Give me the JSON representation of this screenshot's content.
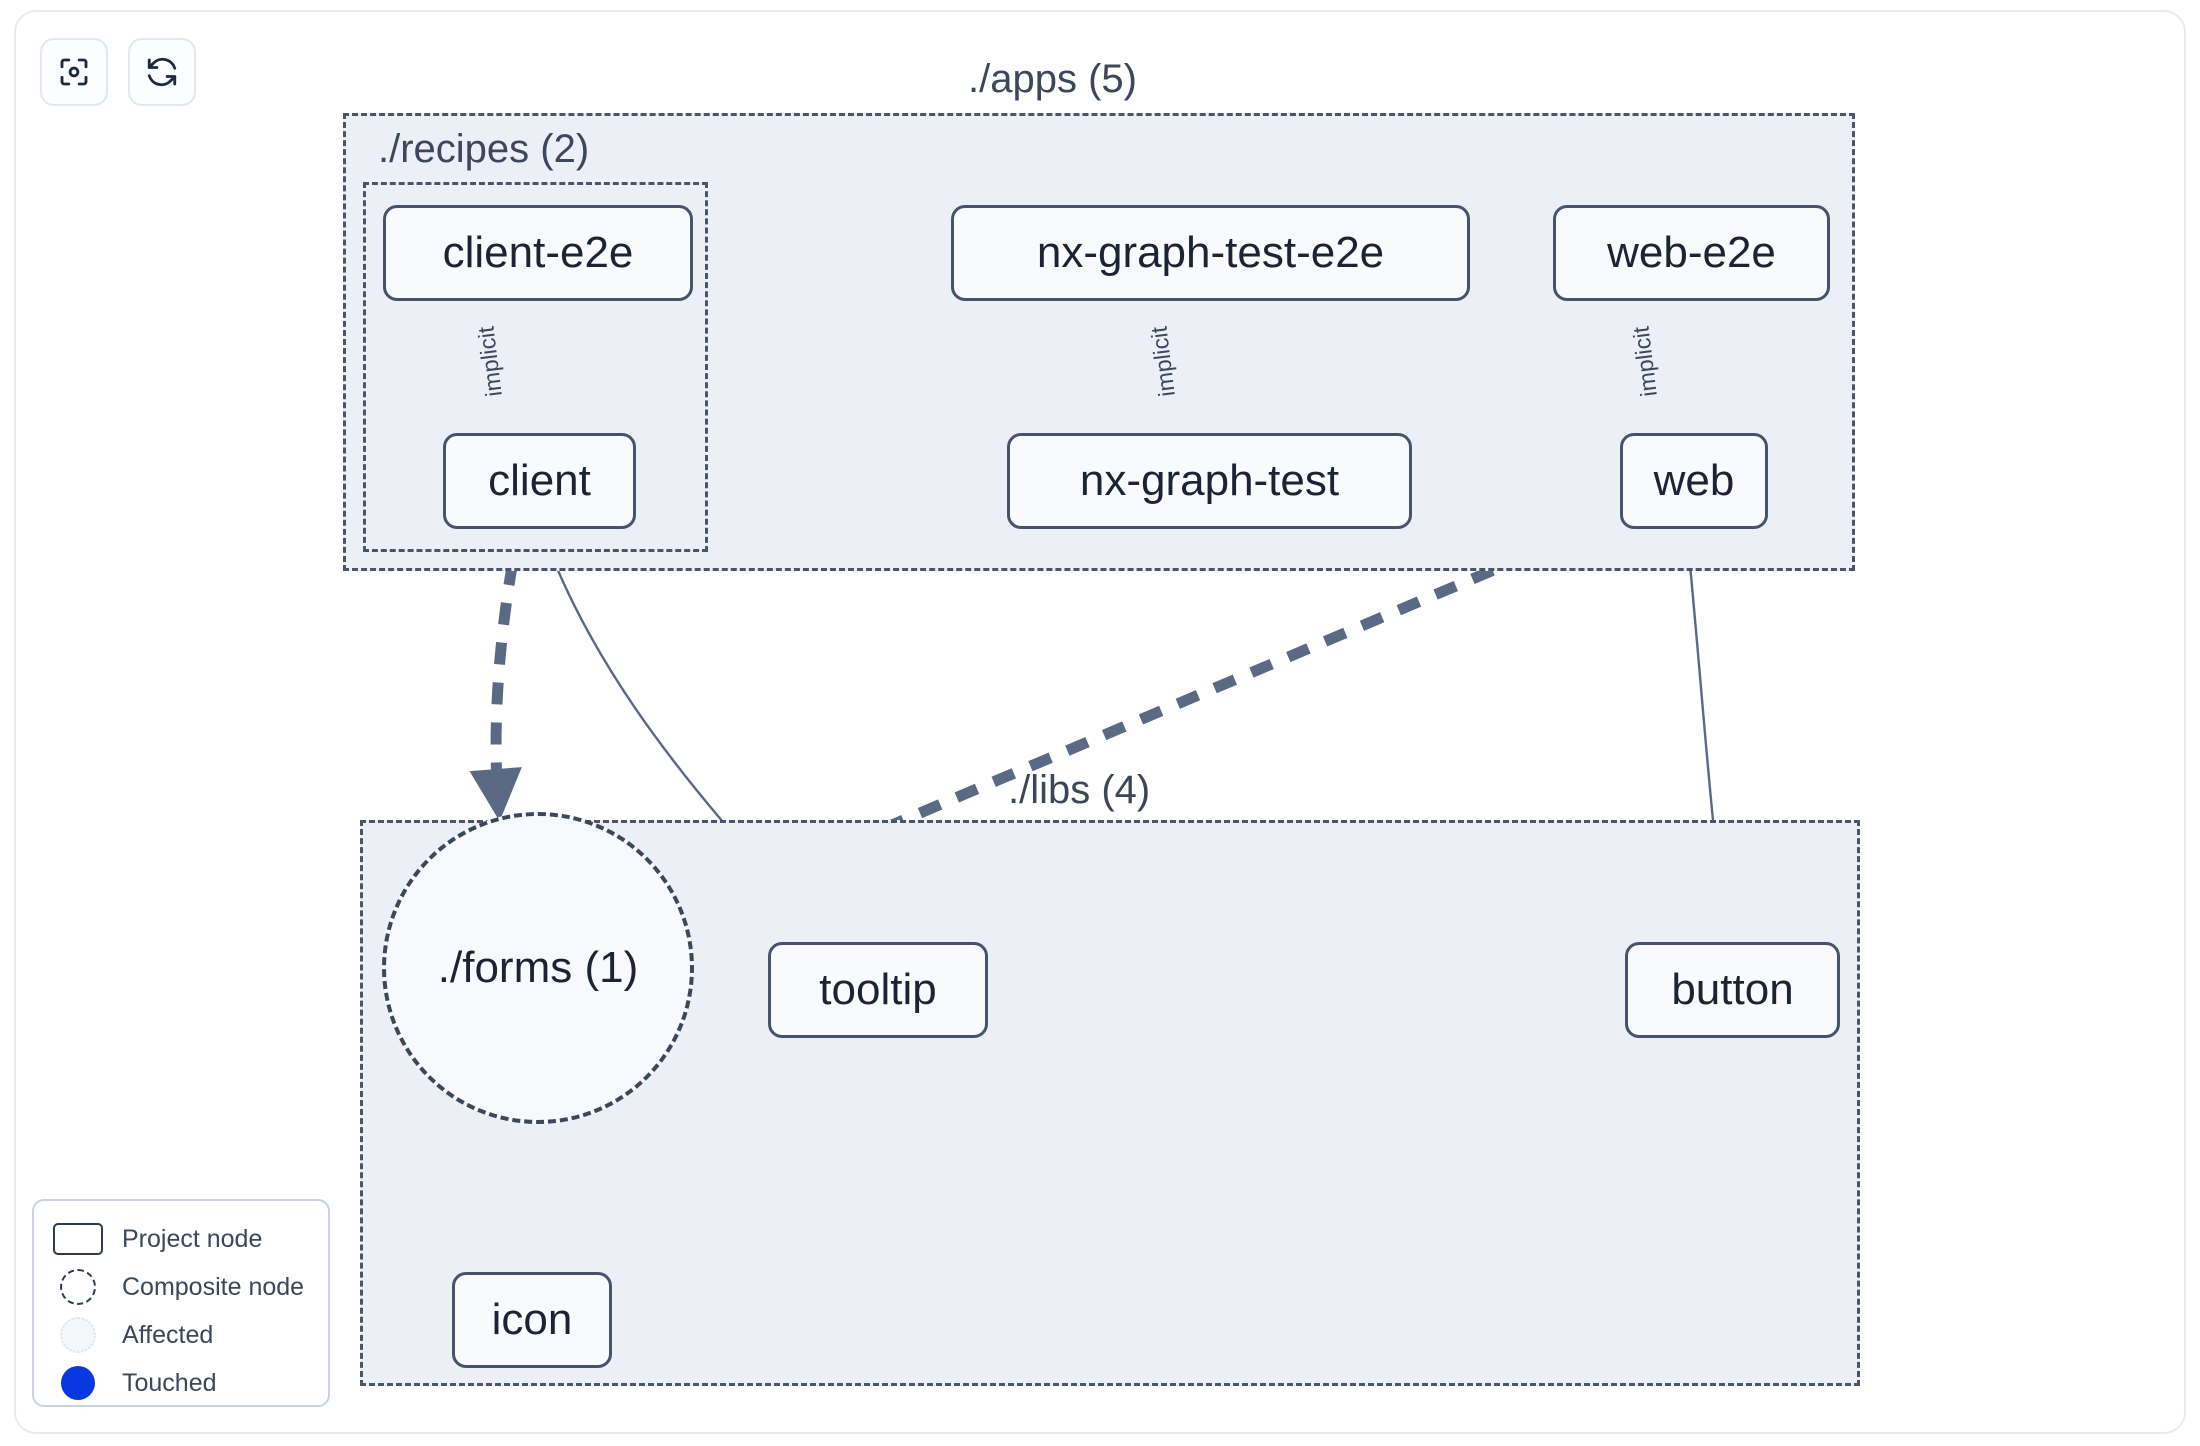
{
  "toolbar": {
    "buttons": [
      {
        "name": "focus-graph-button",
        "icon": "focus-target-icon",
        "label": ""
      },
      {
        "name": "refresh-graph-button",
        "icon": "refresh-icon",
        "label": ""
      }
    ]
  },
  "groups": {
    "apps": {
      "label": "./apps (5)",
      "count": 5
    },
    "recipes": {
      "label": "./recipes (2)",
      "count": 2
    },
    "libs": {
      "label": "./libs (4)",
      "count": 4
    }
  },
  "nodes": {
    "client_e2e": {
      "label": "client-e2e",
      "type": "project"
    },
    "nx_graph_test_e2e": {
      "label": "nx-graph-test-e2e",
      "type": "project"
    },
    "web_e2e": {
      "label": "web-e2e",
      "type": "project"
    },
    "client": {
      "label": "client",
      "type": "project"
    },
    "nx_graph_test": {
      "label": "nx-graph-test",
      "type": "project"
    },
    "web": {
      "label": "web",
      "type": "project"
    },
    "forms": {
      "label": "./forms (1)",
      "type": "composite"
    },
    "tooltip": {
      "label": "tooltip",
      "type": "project"
    },
    "button": {
      "label": "button",
      "type": "project"
    },
    "icon": {
      "label": "icon",
      "type": "project"
    }
  },
  "edges": [
    {
      "from": "client-e2e",
      "to": "client",
      "label": "implicit",
      "style": "solid-thin"
    },
    {
      "from": "nx-graph-test-e2e",
      "to": "nx-graph-test",
      "label": "implicit",
      "style": "solid-thin"
    },
    {
      "from": "web-e2e",
      "to": "web",
      "label": "implicit",
      "style": "solid-thin"
    },
    {
      "from": "client",
      "to": "./forms (1)",
      "label": "",
      "style": "dashed-thick"
    },
    {
      "from": "client",
      "to": "tooltip",
      "label": "",
      "style": "solid-thin"
    },
    {
      "from": "web",
      "to": "./forms (1)",
      "label": "",
      "style": "dashed-thick"
    },
    {
      "from": "web",
      "to": "button",
      "label": "",
      "style": "solid-thin"
    },
    {
      "from": "./forms (1)",
      "to": "icon",
      "label": "",
      "style": "dashed-thick"
    }
  ],
  "legend": {
    "items": [
      {
        "label": "Project node",
        "swatch": "project-node-swatch"
      },
      {
        "label": "Composite node",
        "swatch": "composite-node-swatch"
      },
      {
        "label": "Affected",
        "swatch": "affected-swatch"
      },
      {
        "label": "Touched",
        "swatch": "touched-swatch"
      }
    ]
  },
  "colors": {
    "node_border": "#46536b",
    "node_fill": "#f8fafc",
    "group_fill": "#eceff5",
    "group_border": "#4a5568",
    "edge": "#5a6a85",
    "touched": "#0a38e0",
    "text": "#1c2434"
  }
}
